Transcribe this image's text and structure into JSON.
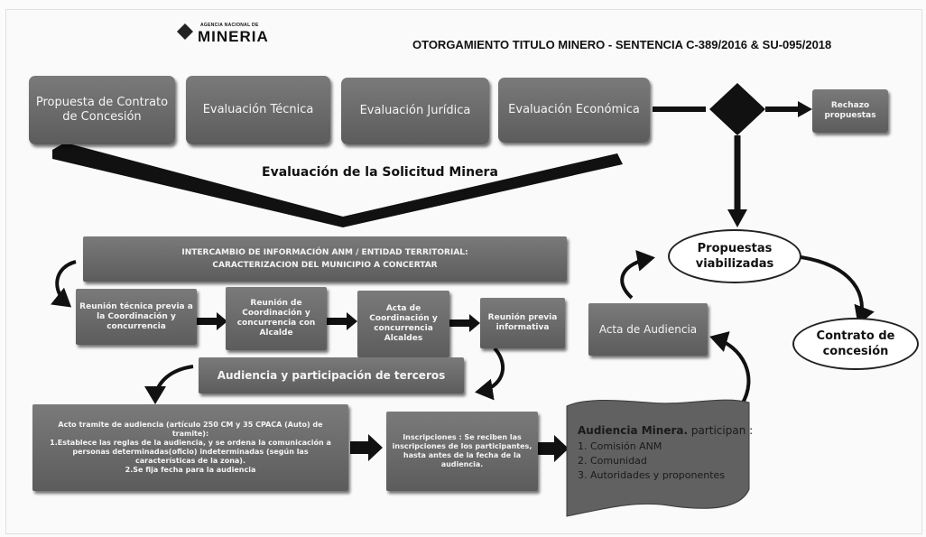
{
  "logo": {
    "agency": "AGENCIA NACIONAL DE",
    "name": "MINERIA"
  },
  "header": {
    "title": "OTORGAMIENTO TITULO MINERO  - SENTENCIA C-389/2016 & SU-095/2018"
  },
  "top_row": {
    "steps": [
      "Propuesta de Contrato de Concesión",
      "Evaluación Técnica",
      "Evaluación Jurídica",
      "Evaluación Económica"
    ],
    "rejection": "Rechazo propuestas"
  },
  "evaluation_label": "Evaluación de la Solicitud Minera",
  "exchange": {
    "line1": "INTERCAMBIO DE INFORMACIÓN ANM / ENTIDAD TERRITORIAL:",
    "line2": "CARACTERIZACION DEL MUNICIPIO A CONCERTAR"
  },
  "meetings": [
    "Reunión técnica previa a la Coordinación y concurrencia",
    "Reunión de Coordinación y concurrencia con Alcalde",
    "Acta de Coordinación y concurrencia Alcaldes",
    "Reunión previa informativa"
  ],
  "acta_audiencia": "Acta de Audiencia",
  "audiencia_participacion": "Audiencia y participación de terceros",
  "acto_tramite": {
    "title": "Acto tramite de audiencia (artículo 250 CM y 35 CPACA (Auto) de tramite):",
    "item1": "1.Establece las reglas de la audiencia,  y se ordena la comunicación a  personas determinadas(oficio) indeterminadas (según las características de la zona).",
    "item2": "2.Se fija fecha para la audiencia"
  },
  "inscripciones": "Inscripciones : Se reciben las inscripciones de los participantes, hasta antes de la fecha de la audiencia.",
  "audiencia_minera": {
    "title": "Audiencia Minera.",
    "subtitle": " participan :",
    "items": [
      "1.  Comisión ANM",
      "2.  Comunidad",
      "3.  Autoridades y proponentes"
    ]
  },
  "propuestas_viabilizadas": "Propuestas viabilizadas",
  "contrato_concesion": "Contrato de concesión"
}
